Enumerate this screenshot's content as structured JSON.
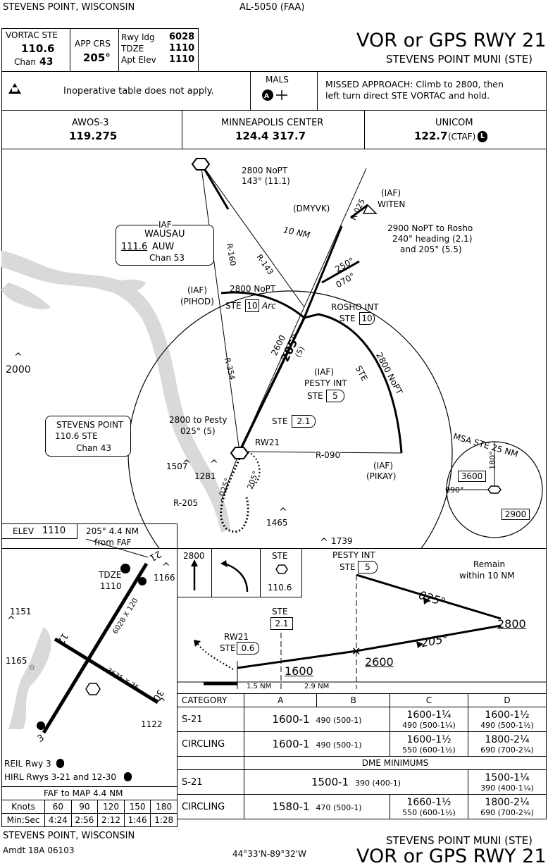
{
  "header": {
    "location": "STEVENS POINT, WISCONSIN",
    "chart_id": "AL-5050 (FAA)",
    "procedure": "VOR or GPS RWY 21",
    "airport": "STEVENS POINT MUNI (STE)"
  },
  "info": {
    "vortac_label": "VORTAC  STE",
    "vortac_freq": "110.6",
    "chan_label": "Chan",
    "chan": "43",
    "app_crs_label": "APP CRS",
    "app_crs": "205°",
    "rwy_ldg_label": "Rwy ldg",
    "rwy_ldg": "6028",
    "tdze_label": "TDZE",
    "tdze": "1110",
    "apt_elev_label": "Apt Elev",
    "apt_elev": "1110"
  },
  "notes": {
    "inop": "Inoperative table does not apply.",
    "mals": "MALS",
    "missed_1": "MISSED APPROACH: Climb to 2800, then",
    "missed_2": "left turn direct STE VORTAC and hold."
  },
  "comms": {
    "awos_label": "AWOS-3",
    "awos_freq": "119.275",
    "center_label": "MINNEAPOLIS CENTER",
    "center_freq": "124.4  317.7",
    "unicom_label": "UNICOM",
    "unicom_freq": "122.7",
    "ctaf": "(CTAF)",
    "ctaf_icon": "L"
  },
  "plan": {
    "nopt_2800_1": "2800 NoPT",
    "nopt_2800_2": "143° (11.1)",
    "iaf": "(IAF)",
    "witen": "WITEN",
    "dmyvk": "(DMYVK)",
    "r025": "R-025",
    "ten_nm": "10 NM",
    "rosho_1": "2900 NoPT to Rosho",
    "rosho_2": "240° heading (2.1)",
    "rosho_3": "and 205° (5.5)",
    "hdg250": "250°",
    "hdg070": "070°",
    "wausau_iaf": "IAF",
    "wausau_name": "WAUSAU",
    "wausau_freq": "111.6",
    "wausau_id": "AUW",
    "wausau_chan": "Chan 53",
    "r160": "R-160",
    "r143": "R-143",
    "pihod_iaf": "(IAF)",
    "pihod": "(PIHOD)",
    "pihod_alt": "2800 NoPT",
    "ste_label": "STE",
    "dme10": "10",
    "arc": "Arc",
    "rosho_int": "ROSHO INT",
    "final_alt": "2600",
    "final_crs": "205°",
    "final_dist": "(5)",
    "pesty_iaf": "(IAF)",
    "pesty_int": "PESTY INT",
    "dme5": "5",
    "r354": "R-354",
    "arc_alt": "2800 NoPT",
    "elev_2000": "2000",
    "stevens_name": "STEVENS POINT",
    "stevens_freq": "110.6 STE",
    "stevens_chan": "Chan 43",
    "pesty_hold_1": "2800 to Pesty",
    "pesty_hold_2": "025° (5)",
    "dme21": "2.1",
    "rw21": "RW21",
    "r090": "R-090",
    "pikay_iaf": "(IAF)",
    "pikay": "(PIKAY)",
    "elev_1507": "1507",
    "elev_1281": "1281",
    "hold_025": "025°",
    "hold_205": "205°",
    "r205": "R-205",
    "elev_1465": "1465",
    "elev_1739": "1739",
    "msa_title": "MSA STE 25 NM",
    "msa_180": "180°",
    "msa_090": "090°",
    "msa_3600": "3600",
    "msa_2900": "2900"
  },
  "airport_diagram": {
    "elev_label": "ELEV",
    "elev": "1110",
    "faf_1": "205° 4.4 NM",
    "faf_2": "from FAF",
    "tdze_label": "TDZE",
    "tdze": "1110",
    "rwy_21": "21",
    "rwy_3": "3",
    "rwy_12": "12",
    "rwy_30": "30",
    "dim_1": "6028 X 120",
    "dim_2": "3635 X 75",
    "elev_1166": "1166",
    "elev_1151": "1151",
    "elev_1165": "1165",
    "elev_1122": "1122",
    "reil": "REIL Rwy 3",
    "hirl": "HIRL Rwys 3-21 and 12-30"
  },
  "faf_map": {
    "title": "FAF to MAP  4.4 NM",
    "knots_label": "Knots",
    "minsec_label": "Min:Sec",
    "knots": [
      "60",
      "90",
      "120",
      "150",
      "180"
    ],
    "times": [
      "4:24",
      "2:56",
      "2:12",
      "1:46",
      "1:28"
    ]
  },
  "profile": {
    "missed_alt": "2800",
    "ste": "STE",
    "ste_freq": "110.6",
    "pesty_int": "PESTY INT",
    "pesty_ste": "STE",
    "dme5": "5",
    "remain_1": "Remain",
    "remain_2": "within 10 NM",
    "crs_025": "025°",
    "alt_2800": "2800",
    "crs_205": "205°",
    "ste2": "STE",
    "dme21": "2.1",
    "rw21": "RW21",
    "ste3": "STE",
    "dme06": "0.6",
    "alt_1600": "1600",
    "alt_2600": "2600",
    "dist_15": "1.5 NM",
    "dist_29": "2.9 NM"
  },
  "minimums": {
    "headers": [
      "CATEGORY",
      "A",
      "B",
      "C",
      "D"
    ],
    "s21_label": "S-21",
    "s21_ab": "1600-1",
    "s21_ab_sub": "490 (500-1)",
    "s21_c": "1600-1¼",
    "s21_c_sub": "490 (500-1¼)",
    "s21_d": "1600-1½",
    "s21_d_sub": "490 (500-1½)",
    "circ_label": "CIRCLING",
    "circ_ab": "1600-1",
    "circ_ab_sub": "490 (500-1)",
    "circ_c": "1600-1½",
    "circ_c_sub": "550 (600-1½)",
    "circ_d": "1800-2¼",
    "circ_d_sub": "690 (700-2¼)",
    "dme_header": "DME MINIMUMS",
    "dme_s21_label": "S-21",
    "dme_s21_abc": "1500-1",
    "dme_s21_abc_sub": "390 (400-1)",
    "dme_s21_d": "1500-1¼",
    "dme_s21_d_sub": "390 (400-1¼)",
    "dme_circ_label": "CIRCLING",
    "dme_circ_ab": "1580-1",
    "dme_circ_ab_sub": "470 (500-1)",
    "dme_circ_c": "1660-1½",
    "dme_circ_c_sub": "550 (600-1½)",
    "dme_circ_d": "1800-2¼",
    "dme_circ_d_sub": "690 (700-2¼)"
  },
  "footer": {
    "location": "STEVENS POINT, WISCONSIN",
    "amdt": "Amdt 18A  06103",
    "coords": "44°33'N-89°32'W",
    "airport": "STEVENS POINT MUNI (STE)",
    "procedure": "VOR or GPS RWY 21"
  }
}
